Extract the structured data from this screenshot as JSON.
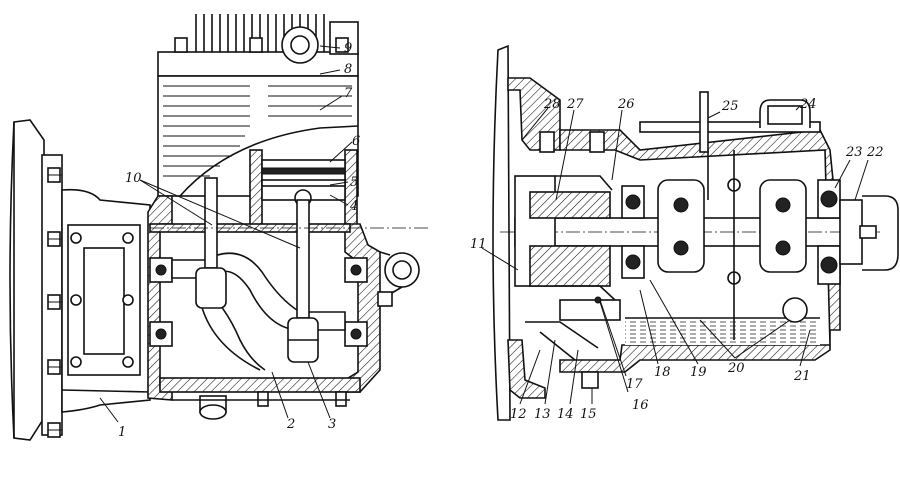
{
  "labels": {
    "l1": "1",
    "l2": "2",
    "l3": "3",
    "l4": "4",
    "l5": "5",
    "l6": "6",
    "l7": "7",
    "l8": "8",
    "l9": "9",
    "l10": "10",
    "l11": "11",
    "l12": "12",
    "l13": "13",
    "l14": "14",
    "l15": "15",
    "l16": "16",
    "l17": "17",
    "l18": "18",
    "l19": "19",
    "l20": "20",
    "l21": "21",
    "l22": "22",
    "l23": "23",
    "l24": "24",
    "l25": "25",
    "l26": "26",
    "l27": "27",
    "l28": "28"
  },
  "colors": {
    "ink": "#111111",
    "paper": "#ffffff"
  }
}
